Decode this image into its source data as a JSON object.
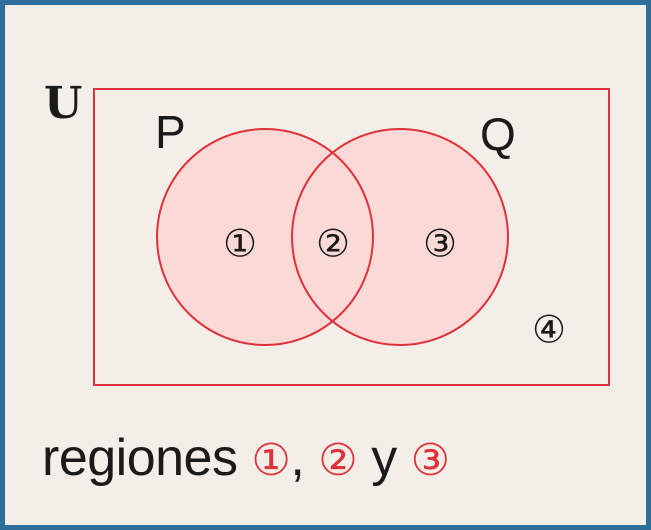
{
  "universe": {
    "label": "U"
  },
  "sets": [
    {
      "label": "P"
    },
    {
      "label": "Q"
    }
  ],
  "regions": [
    "①",
    "②",
    "③",
    "④"
  ],
  "caption": {
    "text": "regiones",
    "r1": "①",
    "sep1": ",",
    "r2": "②",
    "conj": "y",
    "r3": "③"
  },
  "colors": {
    "border": "#2f6f9b",
    "background": "#f3efe8",
    "red": "#e0303a",
    "fill": "#fbd9d6"
  }
}
